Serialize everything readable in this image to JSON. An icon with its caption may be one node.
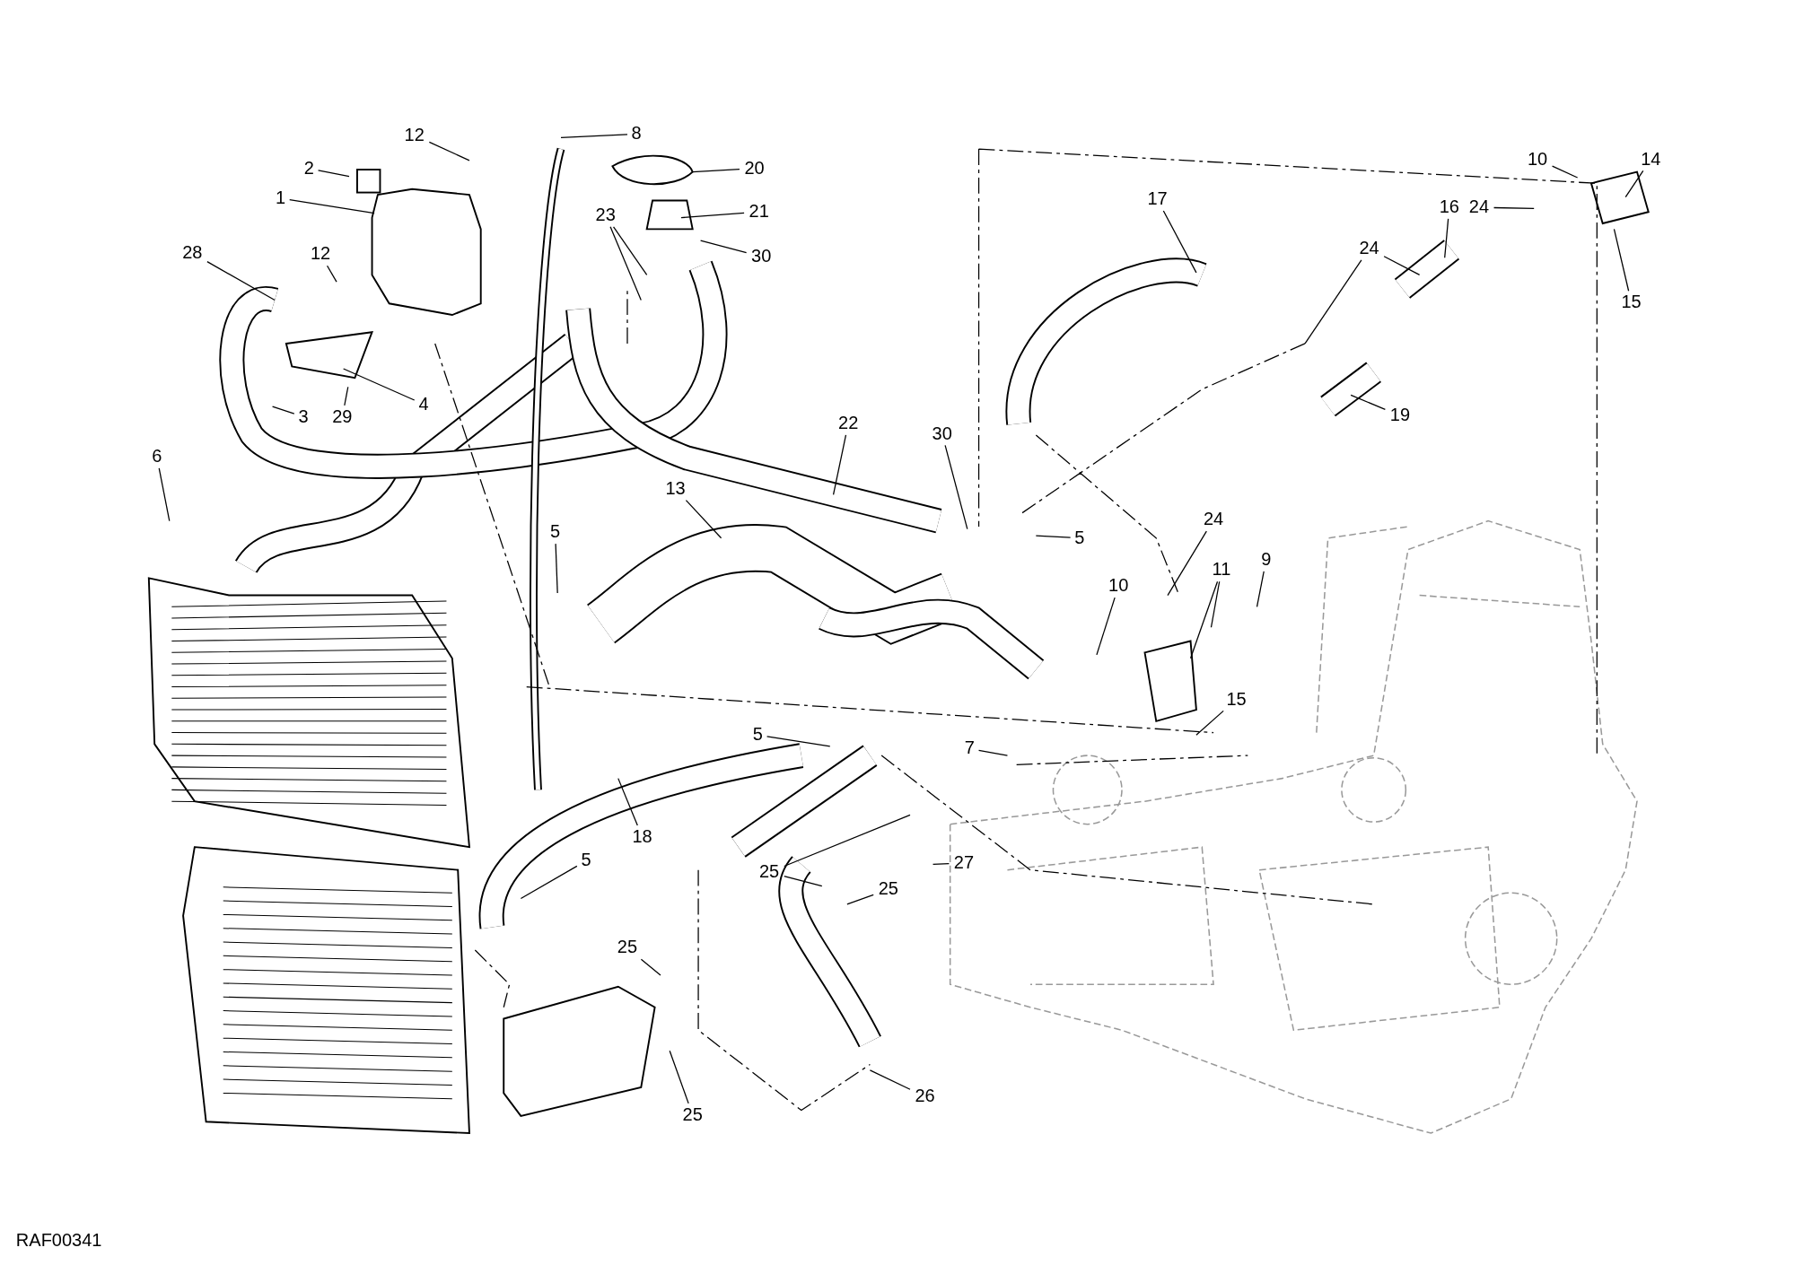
{
  "diagram": {
    "nodes": [
      {
        "text": [
          "8"
        ]
      },
      {
        "text": [
          "12"
        ]
      },
      {
        "text": [
          "10"
        ]
      },
      {
        "text": [
          "14"
        ]
      },
      {
        "text": [
          "2"
        ]
      },
      {
        "text": [
          "20"
        ]
      },
      {
        "text": [
          "1"
        ]
      },
      {
        "text": [
          "17"
        ]
      },
      {
        "text": [
          "16"
        ]
      },
      {
        "text": [
          "24"
        ]
      },
      {
        "text": [
          "21"
        ]
      },
      {
        "text": [
          "23"
        ]
      },
      {
        "text": [
          "12"
        ]
      },
      {
        "text": [
          "24"
        ]
      },
      {
        "text": [
          "28"
        ]
      },
      {
        "text": [
          "30"
        ]
      },
      {
        "text": [
          "15"
        ]
      },
      {
        "text": [
          "4"
        ]
      },
      {
        "text": [
          "19"
        ]
      },
      {
        "text": [
          "3"
        ]
      },
      {
        "text": [
          "29"
        ]
      },
      {
        "text": [
          "22"
        ]
      },
      {
        "text": [
          "30"
        ]
      },
      {
        "text": [
          "6"
        ]
      },
      {
        "text": [
          "13"
        ]
      },
      {
        "text": [
          "24"
        ]
      },
      {
        "text": [
          "5"
        ]
      },
      {
        "text": [
          "5"
        ]
      },
      {
        "text": [
          "9"
        ]
      },
      {
        "text": [
          "11"
        ]
      },
      {
        "text": [
          "10"
        ]
      },
      {
        "text": [
          "15"
        ]
      },
      {
        "text": [
          "5"
        ]
      },
      {
        "text": [
          "7"
        ]
      },
      {
        "text": [
          "18"
        ]
      },
      {
        "text": [
          "27"
        ]
      },
      {
        "text": [
          "5"
        ]
      },
      {
        "text": [
          "25"
        ]
      },
      {
        "text": [
          "25"
        ]
      },
      {
        "text": [
          "25"
        ]
      },
      {
        "text": [
          "26"
        ]
      },
      {
        "text": [
          "25"
        ]
      }
    ],
    "edges": [
      {
        "from": 0,
        "to": null,
        "arrow": "none"
      },
      {
        "from": 1,
        "to": null,
        "arrow": "none"
      },
      {
        "from": 2,
        "to": null,
        "arrow": "none"
      },
      {
        "from": 3,
        "to": null,
        "arrow": "none"
      },
      {
        "from": 4,
        "to": null,
        "arrow": "none"
      },
      {
        "from": 5,
        "to": null,
        "arrow": "none"
      },
      {
        "from": 6,
        "to": null,
        "arrow": "none"
      },
      {
        "from": 7,
        "to": null,
        "arrow": "none"
      },
      {
        "from": 8,
        "to": null,
        "arrow": "none"
      },
      {
        "from": 9,
        "to": null,
        "arrow": "none"
      },
      {
        "from": 10,
        "to": null,
        "arrow": "none"
      },
      {
        "from": 11,
        "to": null,
        "arrow": "none"
      },
      {
        "from": 11,
        "to": null,
        "arrow": "none"
      },
      {
        "from": 12,
        "to": null,
        "arrow": "none"
      },
      {
        "from": 13,
        "to": null,
        "arrow": "none"
      },
      {
        "from": 13,
        "to": null,
        "arrow": "none"
      },
      {
        "from": 14,
        "to": null,
        "arrow": "none"
      },
      {
        "from": 15,
        "to": null,
        "arrow": "none"
      },
      {
        "from": 16,
        "to": null,
        "arrow": "none"
      },
      {
        "from": 17,
        "to": null,
        "arrow": "none"
      },
      {
        "from": 18,
        "to": null,
        "arrow": "none"
      },
      {
        "from": 19,
        "to": null,
        "arrow": "none"
      },
      {
        "from": 20,
        "to": null,
        "arrow": "none"
      },
      {
        "from": 21,
        "to": null,
        "arrow": "none"
      },
      {
        "from": 22,
        "to": null,
        "arrow": "none"
      },
      {
        "from": 23,
        "to": null,
        "arrow": "none"
      },
      {
        "from": 24,
        "to": null,
        "arrow": "none"
      },
      {
        "from": 25,
        "to": null,
        "arrow": "none"
      },
      {
        "from": 26,
        "to": null,
        "arrow": "none"
      },
      {
        "from": 27,
        "to": null,
        "arrow": "none"
      },
      {
        "from": 28,
        "to": null,
        "arrow": "none"
      },
      {
        "from": 29,
        "to": null,
        "arrow": "none"
      },
      {
        "from": 29,
        "to": null,
        "arrow": "none"
      },
      {
        "from": 30,
        "to": null,
        "arrow": "none"
      },
      {
        "from": 31,
        "to": null,
        "arrow": "none"
      },
      {
        "from": 32,
        "to": null,
        "arrow": "none"
      },
      {
        "from": 33,
        "to": null,
        "arrow": "none"
      },
      {
        "from": 34,
        "to": null,
        "arrow": "none"
      },
      {
        "from": 35,
        "to": null,
        "arrow": "none"
      },
      {
        "from": 36,
        "to": null,
        "arrow": "none"
      },
      {
        "from": 37,
        "to": null,
        "arrow": "none"
      },
      {
        "from": 37,
        "to": null,
        "arrow": "none"
      },
      {
        "from": 38,
        "to": null,
        "arrow": "none"
      },
      {
        "from": 39,
        "to": null,
        "arrow": "none"
      },
      {
        "from": 40,
        "to": null,
        "arrow": "none"
      },
      {
        "from": 41,
        "to": null,
        "arrow": "none"
      }
    ],
    "labels": [
      "RAF00341"
    ]
  }
}
